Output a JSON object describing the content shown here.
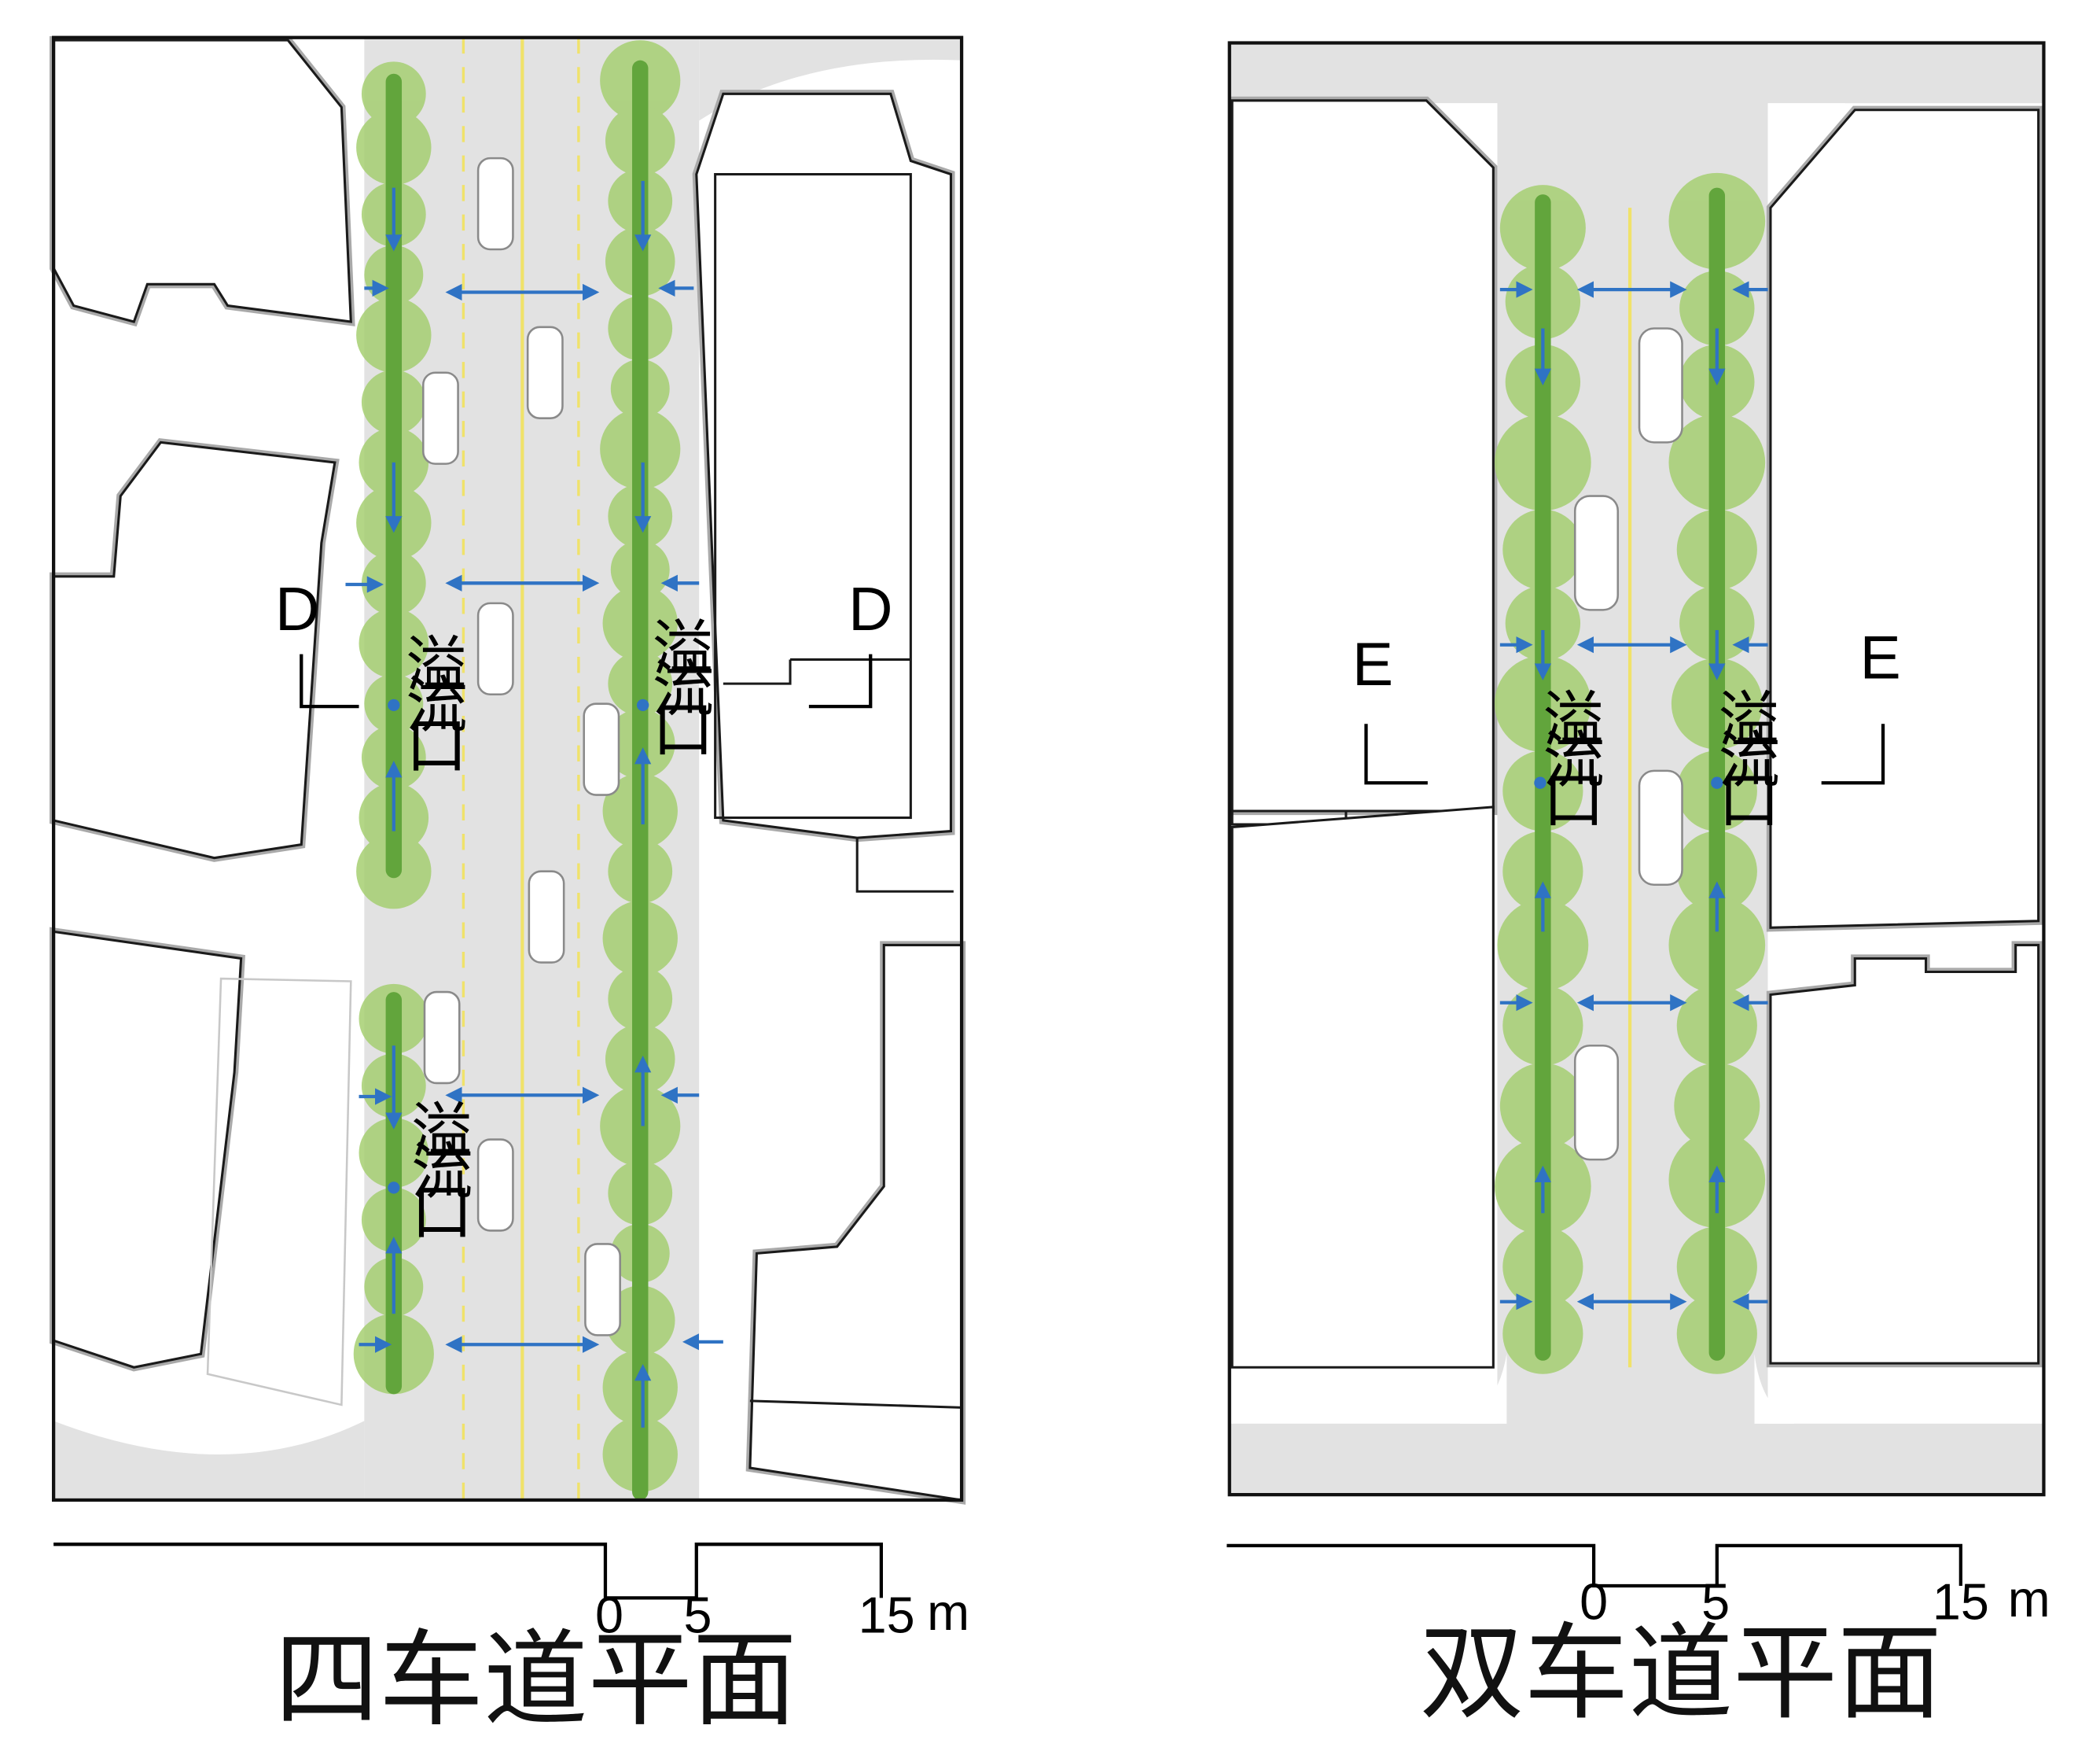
{
  "colors": {
    "road": "#e2e2e2",
    "frame": "#111111",
    "building_fill": "#ffffff",
    "building_shadow": "#a9a9a9",
    "tree": "#a6cf72",
    "tree_strip": "#62a53c",
    "flow_arrow": "#2f73c4",
    "center_line": "#f0e26a"
  },
  "plans": [
    {
      "id": "four-lane",
      "title": "四车道平面",
      "section_label": "D",
      "overflow_label": "溢流口",
      "overflow_count": 3,
      "scale": {
        "ticks": [
          "0",
          "5",
          "15"
        ],
        "unit": "m"
      }
    },
    {
      "id": "two-lane",
      "title": "双车道平面",
      "section_label": "E",
      "overflow_label": "溢流口",
      "overflow_count": 2,
      "scale": {
        "ticks": [
          "0",
          "5",
          "15"
        ],
        "unit": "m"
      }
    }
  ]
}
